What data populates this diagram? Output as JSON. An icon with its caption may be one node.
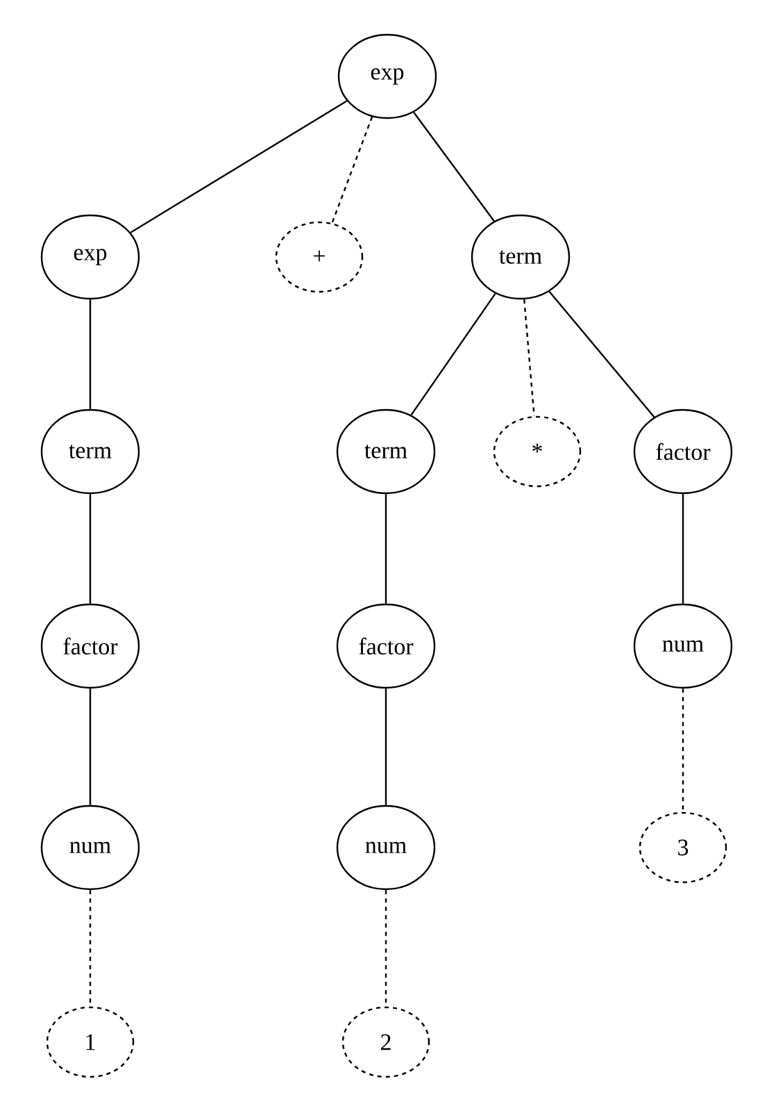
{
  "diagram": {
    "nodes": [
      {
        "text": [
          "exp"
        ]
      },
      {
        "text": [
          "exp"
        ]
      },
      {
        "text": [
          "+"
        ]
      },
      {
        "text": [
          "term"
        ]
      },
      {
        "text": [
          "term"
        ]
      },
      {
        "text": [
          "term"
        ]
      },
      {
        "text": [
          "*"
        ]
      },
      {
        "text": [
          "factor"
        ]
      },
      {
        "text": [
          "factor"
        ]
      },
      {
        "text": [
          "factor"
        ]
      },
      {
        "text": [
          "num"
        ]
      },
      {
        "text": [
          "num"
        ]
      },
      {
        "text": [
          "num"
        ]
      },
      {
        "text": [
          "3"
        ]
      },
      {
        "text": [
          "1"
        ]
      },
      {
        "text": [
          "2"
        ]
      }
    ],
    "edges": [
      {
        "from": 0,
        "to": 1,
        "arrow": "none"
      },
      {
        "from": 0,
        "to": 2,
        "arrow": "none",
        "style": "dashed"
      },
      {
        "from": 0,
        "to": 3,
        "arrow": "none"
      },
      {
        "from": 1,
        "to": 4,
        "arrow": "none"
      },
      {
        "from": 3,
        "to": 5,
        "arrow": "none"
      },
      {
        "from": 3,
        "to": 6,
        "arrow": "none",
        "style": "dashed"
      },
      {
        "from": 3,
        "to": 7,
        "arrow": "none"
      },
      {
        "from": 4,
        "to": 8,
        "arrow": "none"
      },
      {
        "from": 5,
        "to": 9,
        "arrow": "none"
      },
      {
        "from": 7,
        "to": 10,
        "arrow": "none"
      },
      {
        "from": 8,
        "to": 11,
        "arrow": "none"
      },
      {
        "from": 9,
        "to": 12,
        "arrow": "none"
      },
      {
        "from": 10,
        "to": 13,
        "arrow": "none",
        "style": "dashed"
      },
      {
        "from": 11,
        "to": 14,
        "arrow": "none",
        "style": "dashed"
      },
      {
        "from": 12,
        "to": 15,
        "arrow": "none",
        "style": "dashed"
      }
    ]
  }
}
